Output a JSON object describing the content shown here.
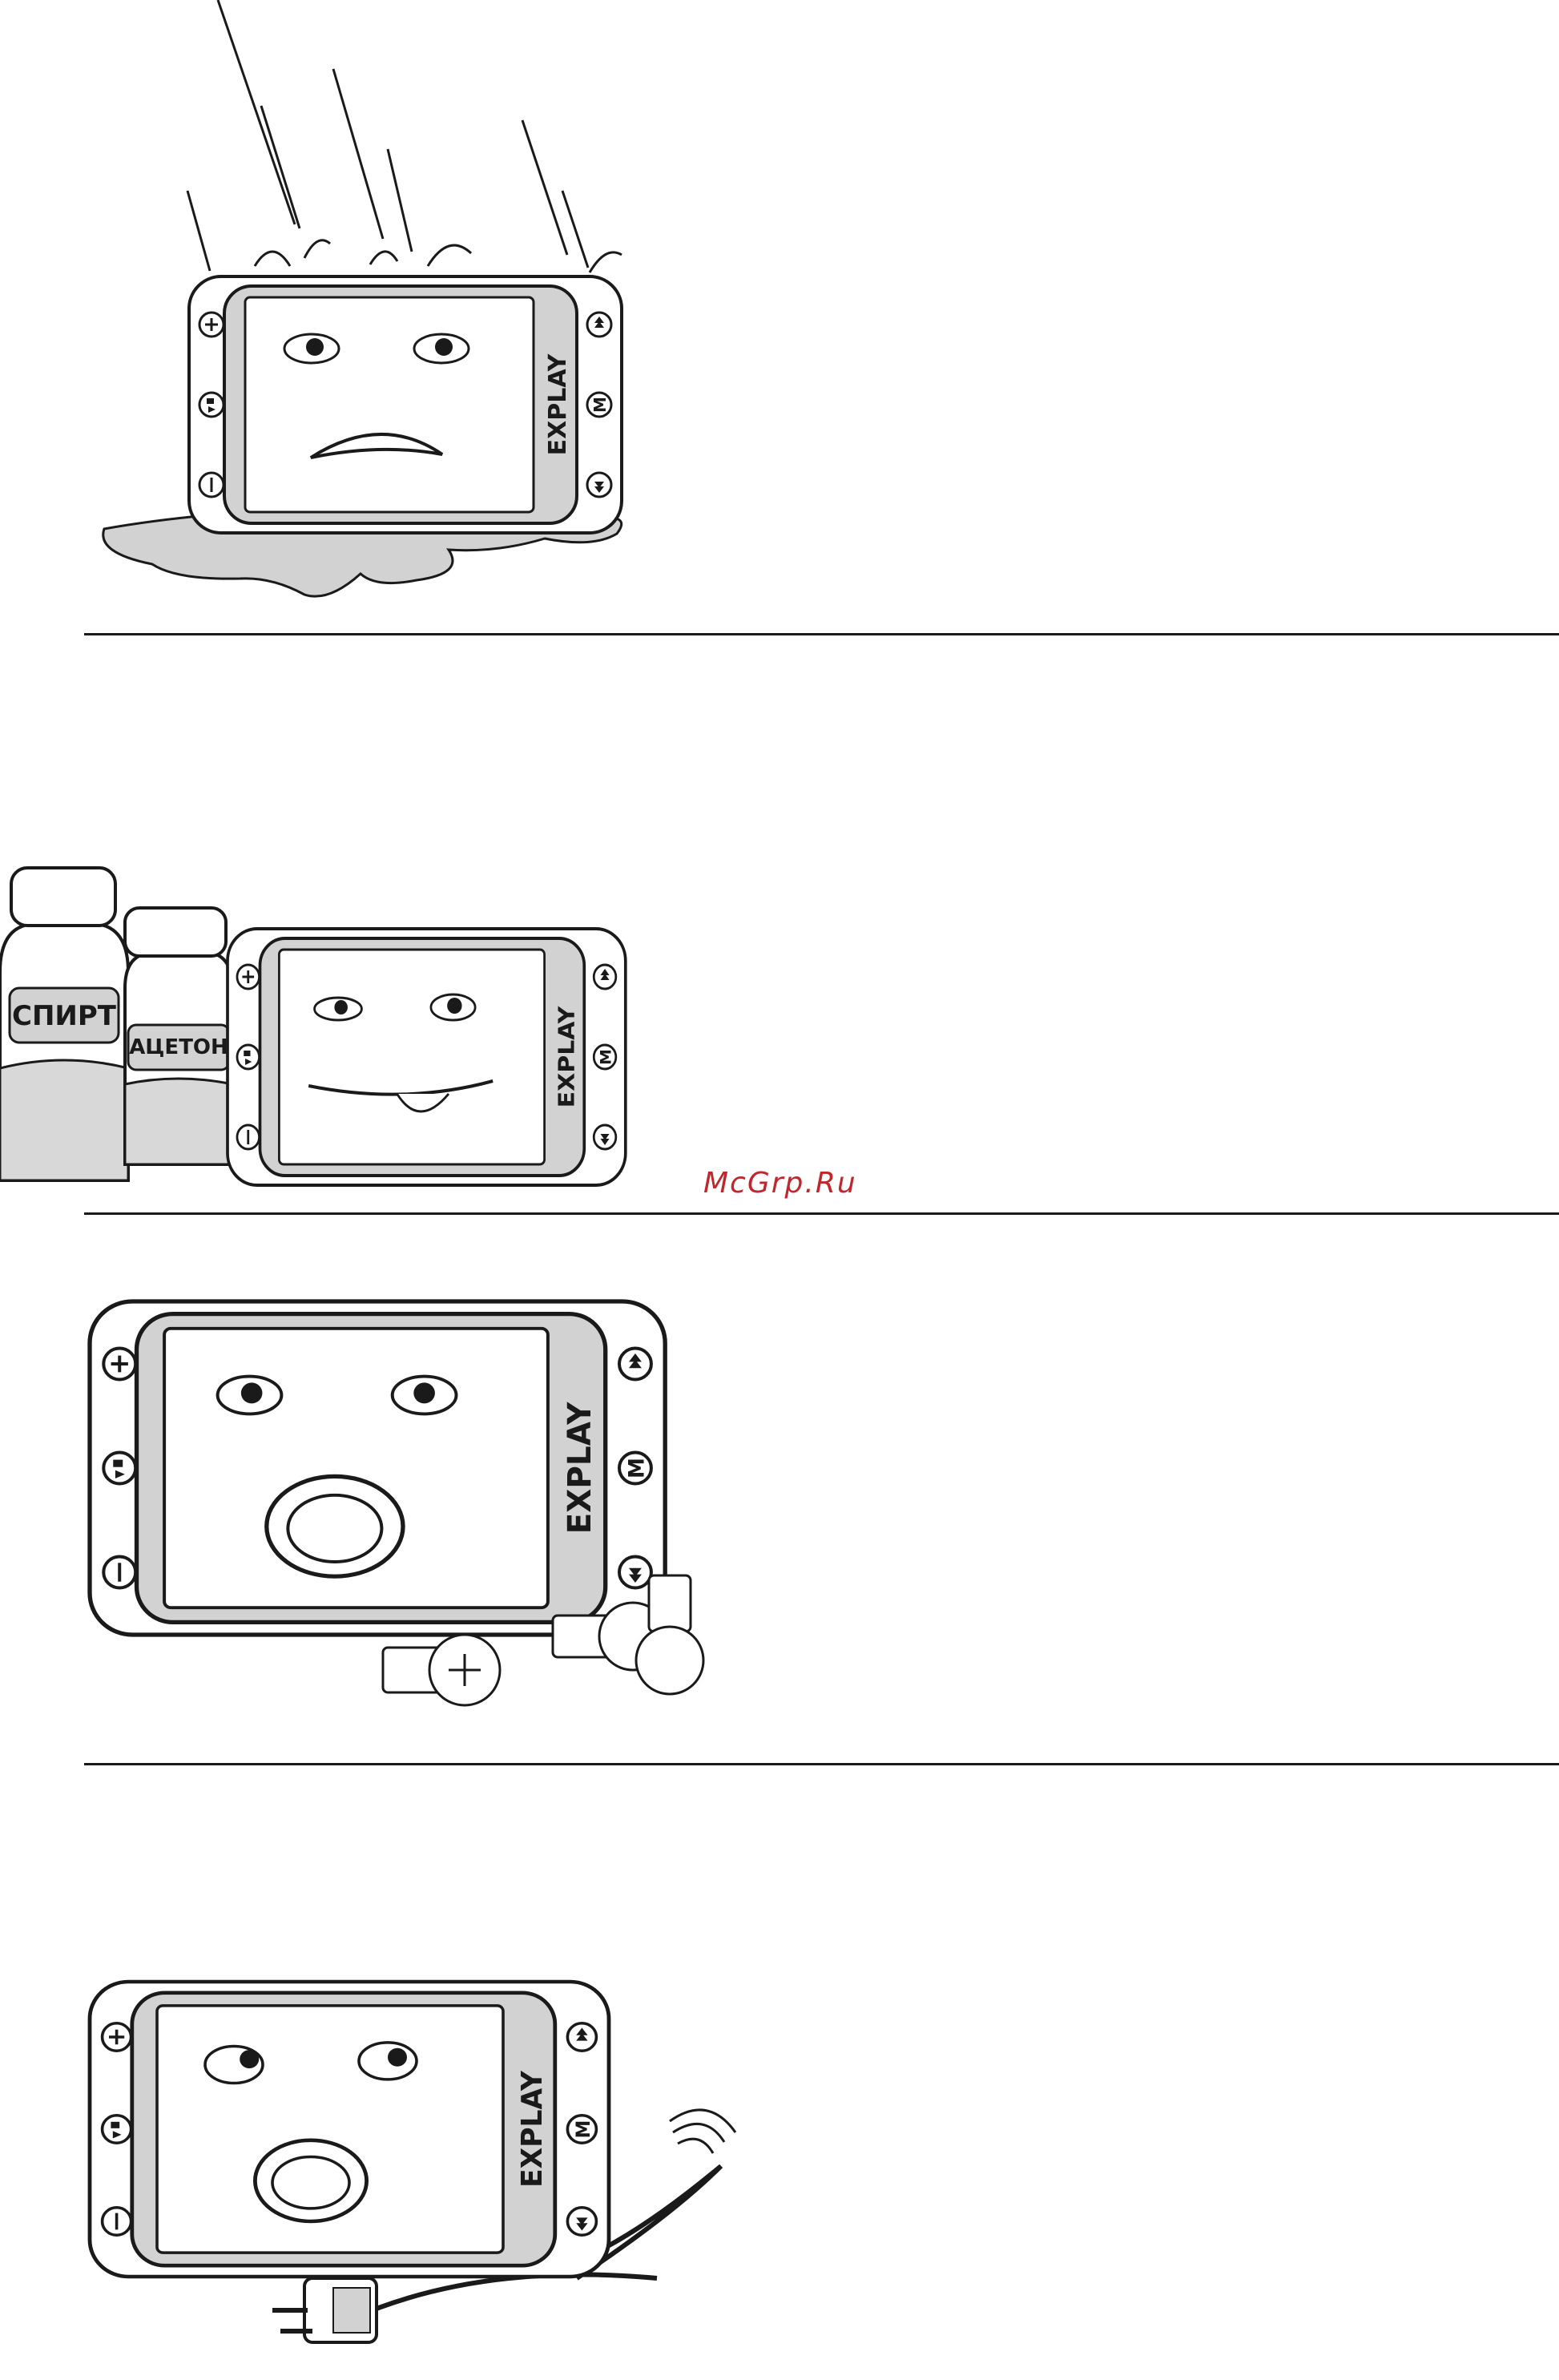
{
  "brand": {
    "logo_text": "EXPLAY"
  },
  "bottles": {
    "left_label": "СПИРТ",
    "right_label": "АЦЕТОН"
  },
  "watermark": {
    "text": "McGrp.Ru",
    "color": "#c0272d"
  },
  "colors": {
    "line": "#1a1a1a",
    "device_gray": "#d2d2d2",
    "screen_white": "#ffffff",
    "liquid": "#d8d8d8"
  },
  "icons": [
    "plus-icon",
    "play-pause-icon",
    "minus-icon",
    "previous-icon",
    "menu-icon",
    "next-icon"
  ],
  "illustrations": [
    {
      "scene": "device-in-rain-puddle"
    },
    {
      "scene": "device-next-to-solvent-bottles"
    },
    {
      "scene": "device-with-screws"
    },
    {
      "scene": "device-with-frayed-power-cable"
    }
  ]
}
